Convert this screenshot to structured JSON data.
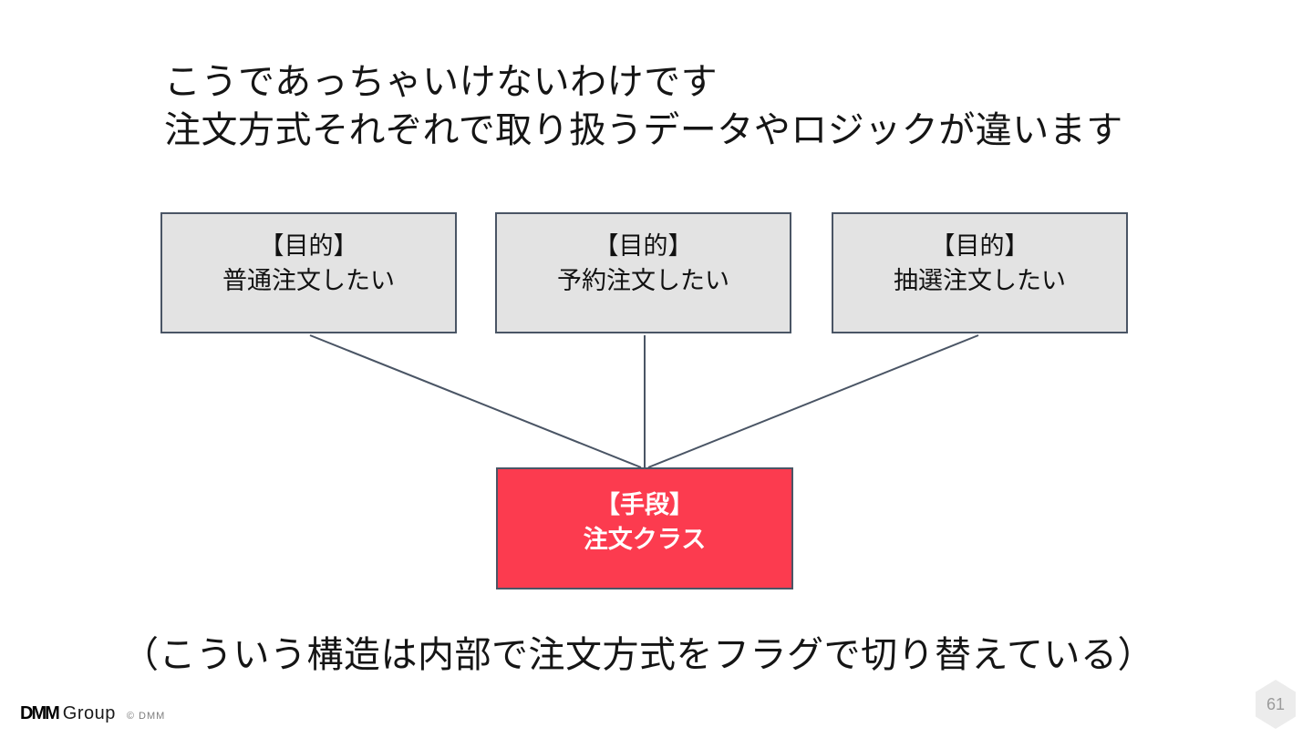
{
  "slide": {
    "title_line1": "こうであっちゃいけないわけです",
    "title_line2": "注文方式それぞれで取り扱うデータやロジックが違います",
    "caption": "（こういう構造は内部で注文方式をフラグで切り替えている）",
    "page_number": "61"
  },
  "diagram": {
    "purpose_boxes": [
      {
        "line1": "【目的】",
        "line2": "普通注文したい"
      },
      {
        "line1": "【目的】",
        "line2": "予約注文したい"
      },
      {
        "line1": "【目的】",
        "line2": "抽選注文したい"
      }
    ],
    "means_box": {
      "line1": "【手段】",
      "line2": "注文クラス"
    },
    "colors": {
      "purpose_fill": "#e3e3e3",
      "purpose_border": "#4a5565",
      "purpose_text": "#111111",
      "means_fill": "#fc3b4f",
      "means_border": "#4a5565",
      "means_text": "#ffffff",
      "connector": "#4a5565"
    }
  },
  "footer": {
    "logo_dmm": "DMM",
    "logo_group": "Group",
    "copyright": "© DMM"
  }
}
